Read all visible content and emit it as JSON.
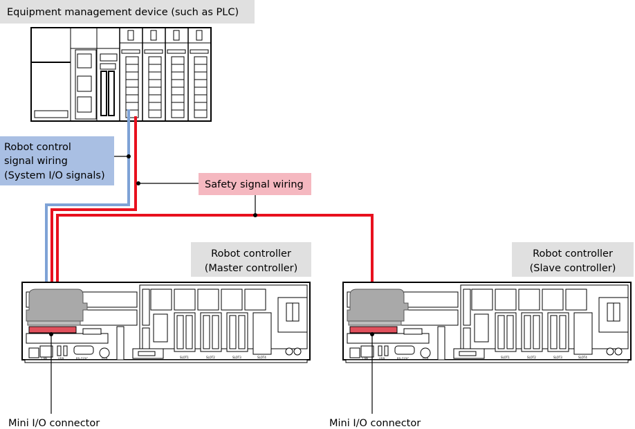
{
  "labels": {
    "plc_title": "Equipment management device (such as PLC)",
    "robot_control_wiring": [
      "Robot control",
      "signal wiring",
      "(System I/O signals)"
    ],
    "safety_wiring": "Safety signal wiring",
    "master_controller": [
      "Robot controller",
      "(Master controller)"
    ],
    "slave_controller": [
      "Robot controller",
      "(Slave controller)"
    ],
    "mini_io_master": "Mini I/O connector",
    "mini_io_slave": "Mini I/O connector"
  },
  "colors": {
    "label_gray": "#e0e0e0",
    "robot_wiring_label": "#a9bfe3",
    "robot_wiring_line": "#7ea2d6",
    "safety_label": "#f5b8c0",
    "safety_line": "#e8101e",
    "connector_red": "#e0505c",
    "connector_gray": "#a9a9a9"
  }
}
